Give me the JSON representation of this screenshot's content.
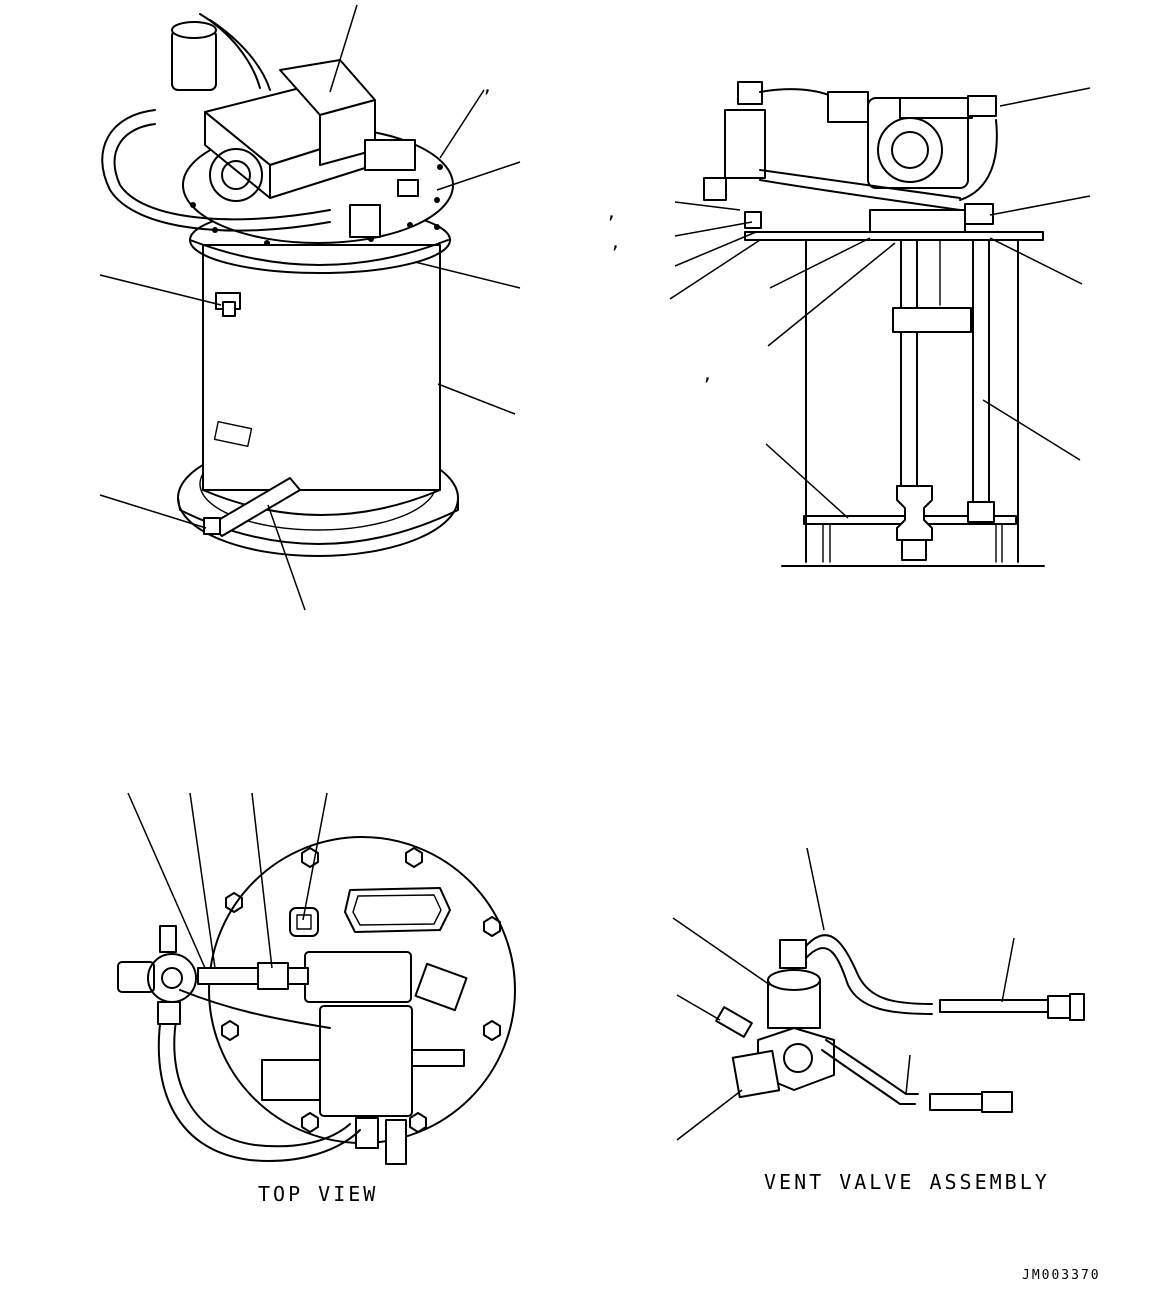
{
  "captions": {
    "top_view": "TOP VIEW",
    "vent_valve": "VENT VALVE ASSEMBLY",
    "drawing_code": "JM003370"
  },
  "marks": {
    "comma": ","
  }
}
